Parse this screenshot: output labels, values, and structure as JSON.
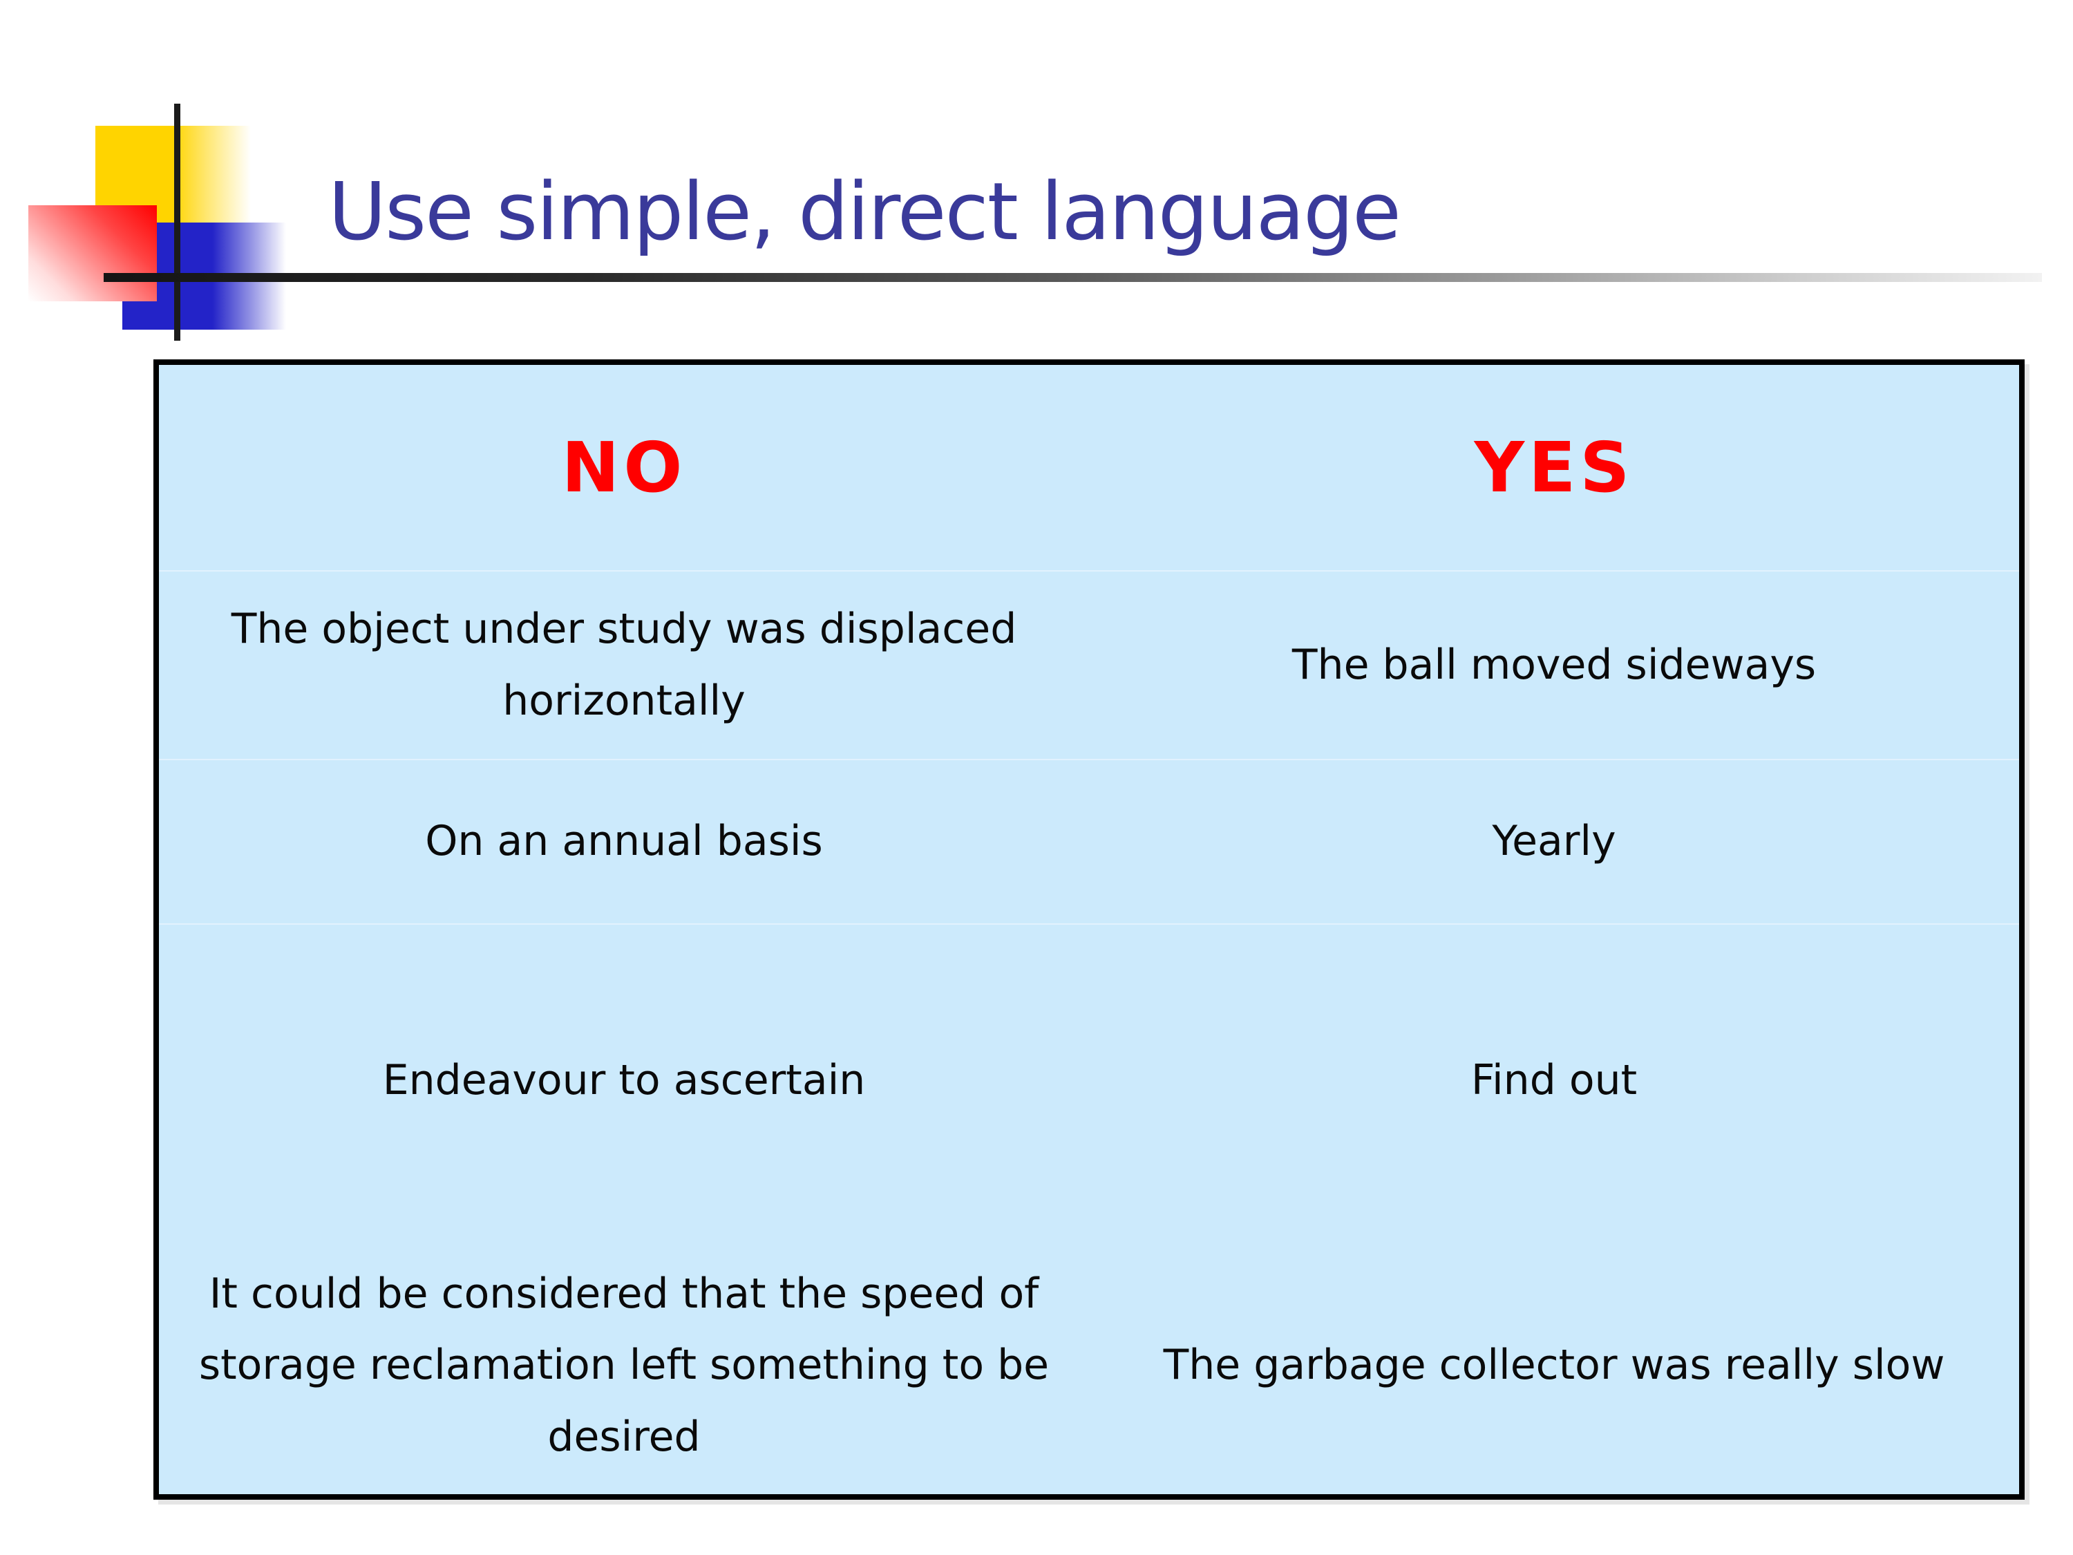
{
  "title": "Use simple, direct language",
  "table": {
    "headers": {
      "no": "NO",
      "yes": "YES"
    },
    "rows": [
      {
        "no": "The object under study was displaced horizontally",
        "yes": "The ball moved sideways"
      },
      {
        "no": "On an annual basis",
        "yes": "Yearly"
      },
      {
        "no": "Endeavour to ascertain",
        "yes": "Find out"
      },
      {
        "no": "It could be considered that the speed of storage reclamation left something to be desired",
        "yes": "The garbage collector was really slow"
      }
    ]
  },
  "colors": {
    "title_blue": "#3A3A9A",
    "header_red": "#FF0000",
    "box_fill": "#CCEAFC",
    "box_border": "#000000",
    "logo_yellow": "#FFD400",
    "logo_blue": "#2323C8",
    "logo_red": "#FF0000",
    "text_black": "#0A0A0A",
    "divider_blue": "#E2F2FE"
  }
}
